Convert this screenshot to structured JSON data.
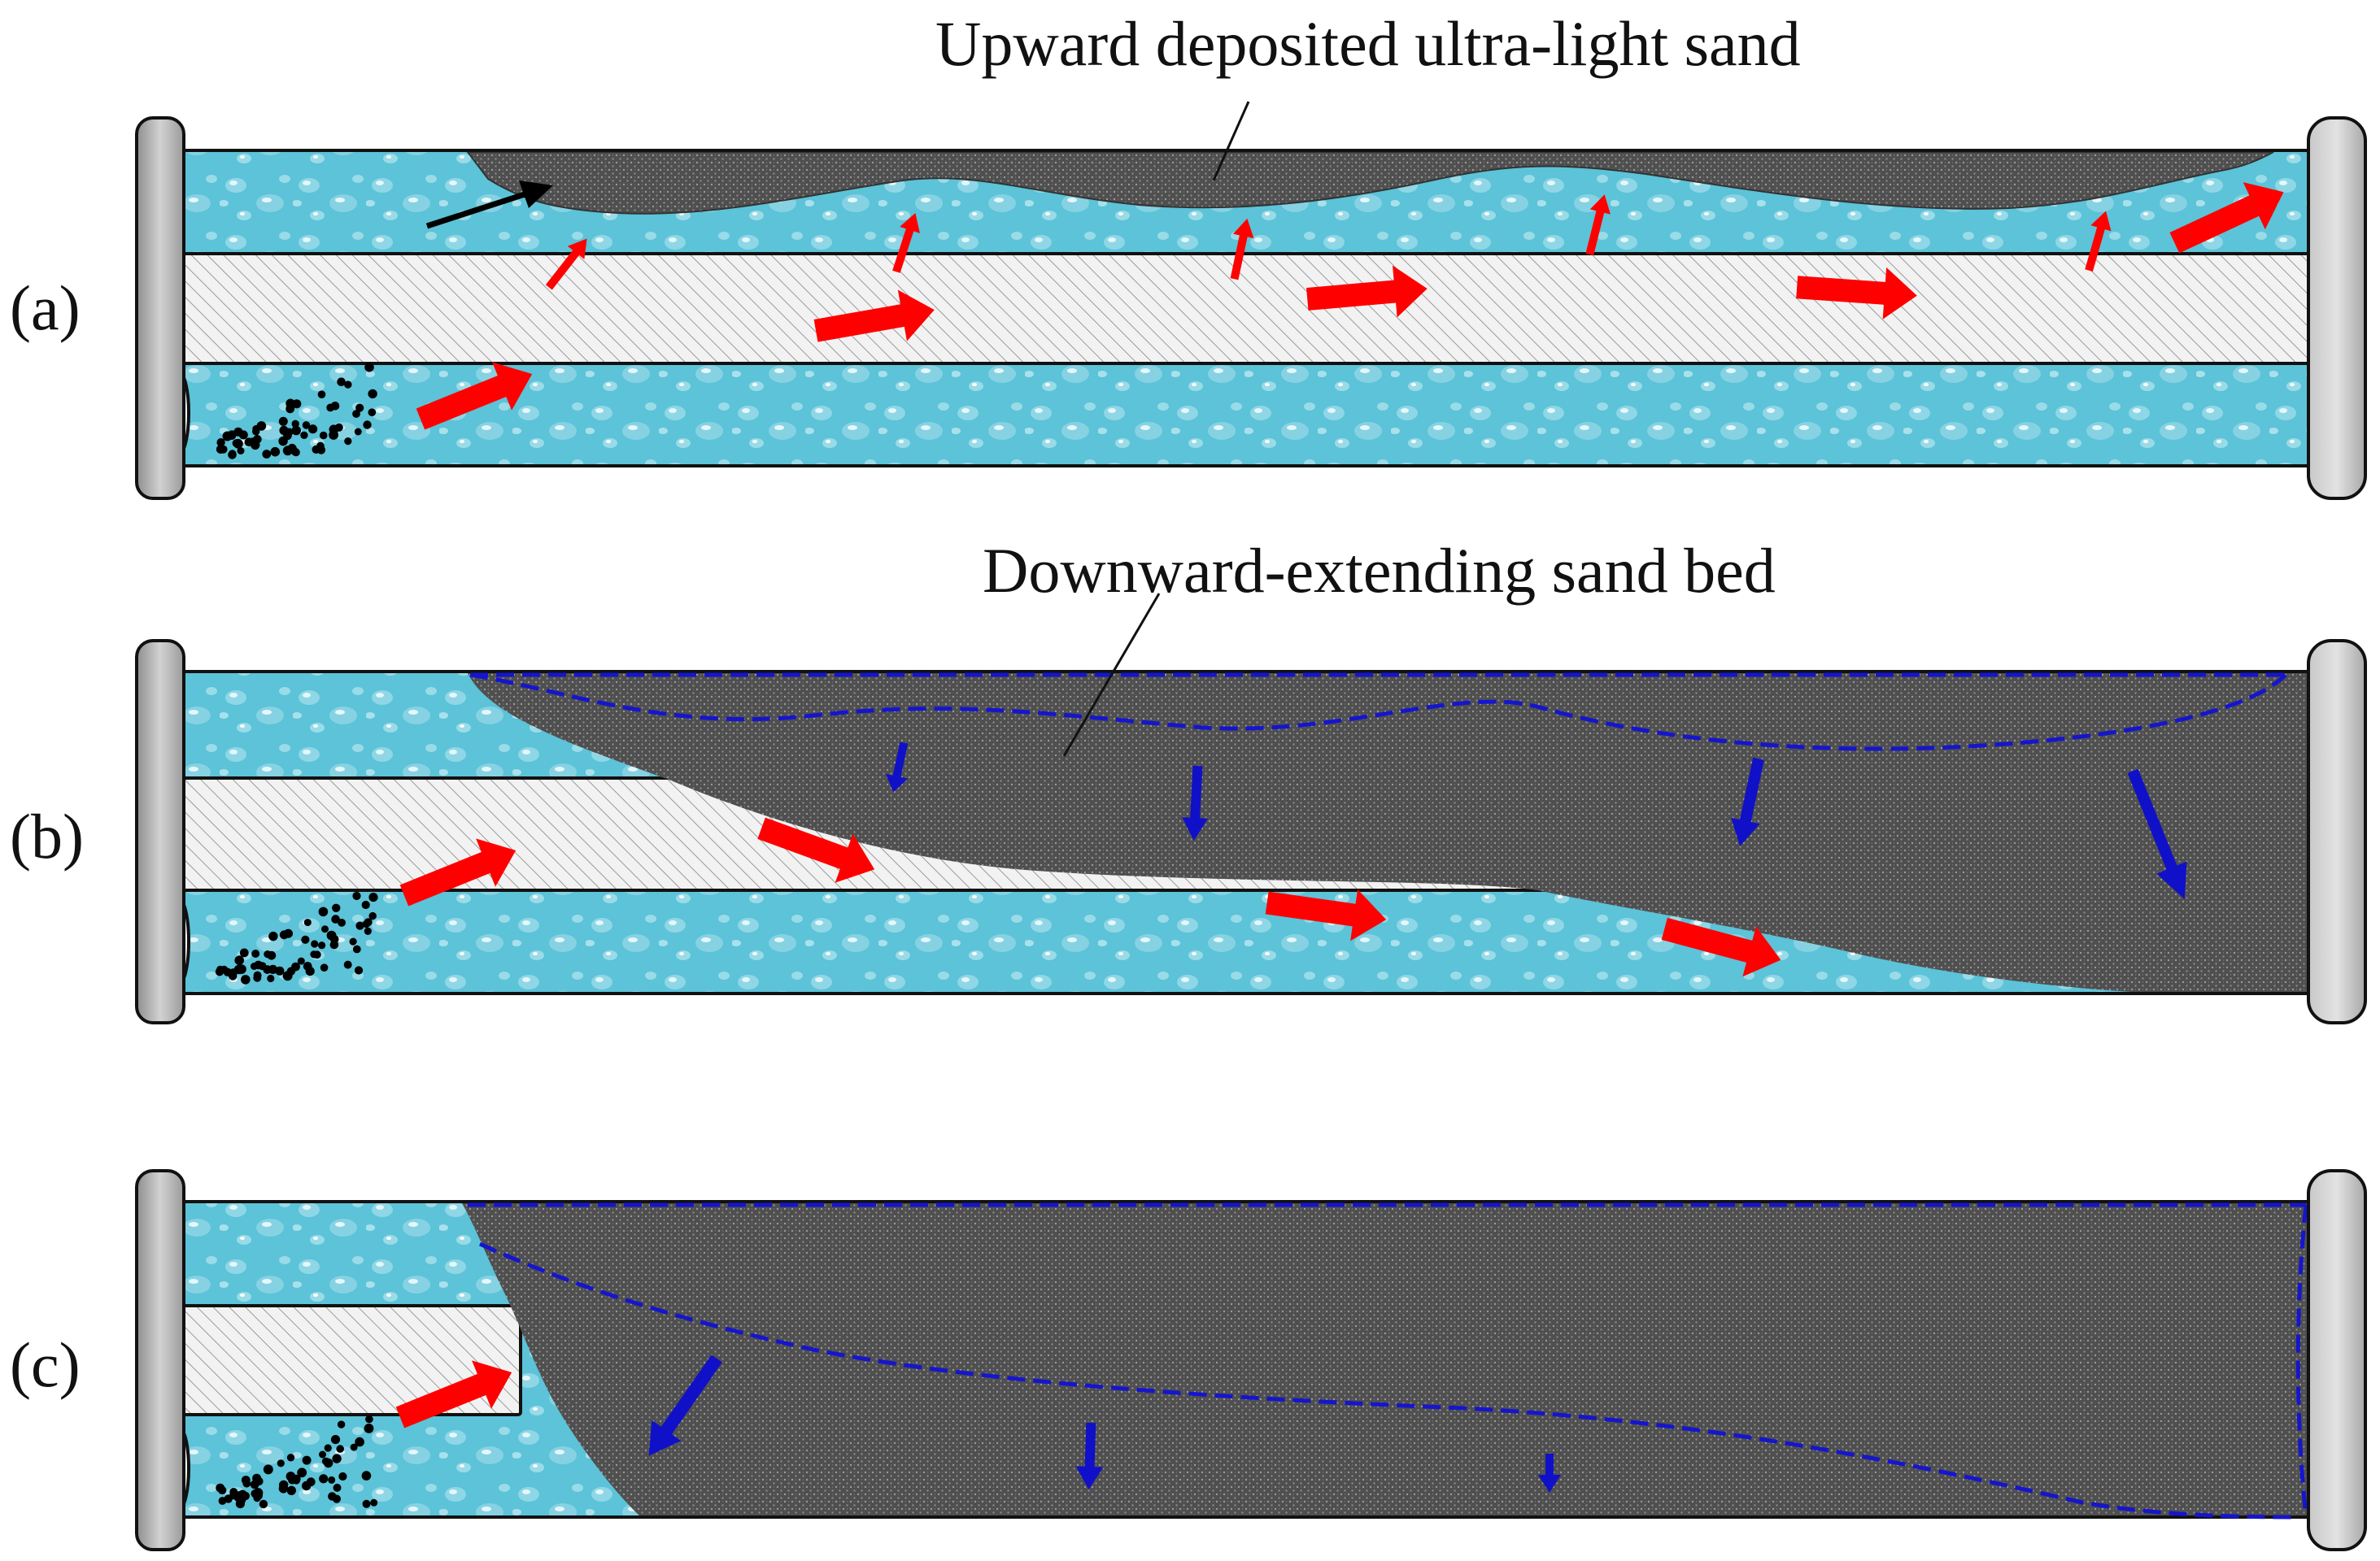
{
  "panels": [
    {
      "label": "(a)"
    },
    {
      "label": "(b)"
    },
    {
      "label": "(c)"
    }
  ],
  "annotations": {
    "a": "Upward deposited ultra-light sand",
    "b": "Downward-extending sand bed"
  },
  "colors": {
    "water": "#5cc3d8",
    "water_highlight": "#bfeaf3",
    "sand": "#4f4f4f",
    "sand_speck": "#8a8a8a",
    "inner_pipe": "#f0f0f0",
    "hatch": "#9a9a9a",
    "flange": "#b8b8b8",
    "flow_arrow": "#ff0000",
    "settle_arrow": "#1010c8",
    "dashed_front": "#1515cc",
    "pointer_arrow": "#000000",
    "outline": "#111111"
  },
  "icons": {
    "flow": "red-arrow-icon",
    "settling": "blue-arrow-icon",
    "particles": "sand-particle-cluster-icon"
  }
}
